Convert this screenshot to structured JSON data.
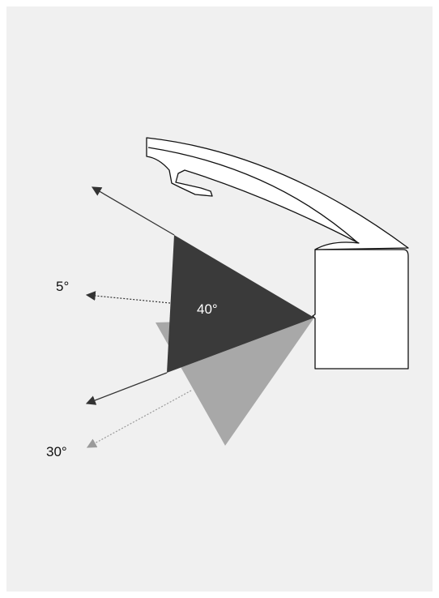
{
  "labels": {
    "angle_main": "40°",
    "angle_up": "5°",
    "angle_down": "30°"
  },
  "colors": {
    "background": "#f0f0f0",
    "dark_cone": "#3a3a3a",
    "light_cone": "#a8a8a8",
    "outline": "#111111",
    "arrow_dark": "#333333",
    "arrow_light": "#9a9a9a"
  },
  "icons": {
    "product": "basin-faucet-icon"
  }
}
